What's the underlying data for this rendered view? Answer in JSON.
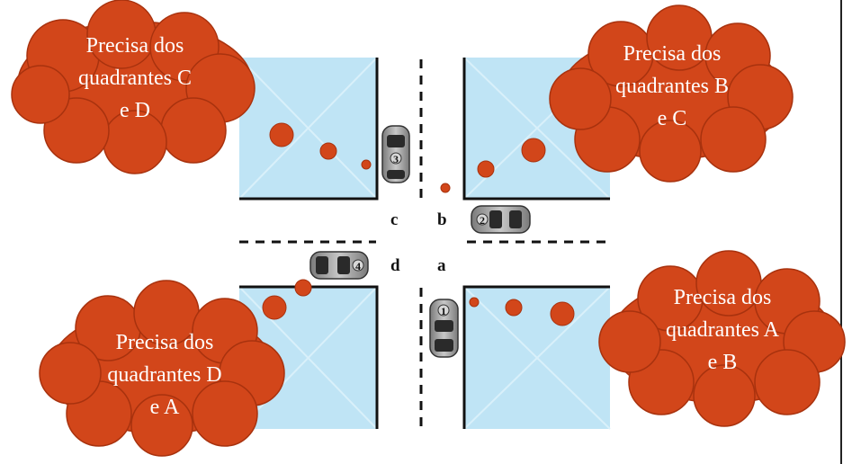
{
  "quadrant_labels": {
    "a": "a",
    "b": "b",
    "c": "c",
    "d": "d"
  },
  "cars": {
    "car1": "1",
    "car2": "2",
    "car3": "3",
    "car4": "4"
  },
  "clouds": {
    "top_left": {
      "line1": "Precisa dos",
      "line2": "quadrantes C",
      "line3": "e D"
    },
    "top_right": {
      "line1": "Precisa dos",
      "line2": "quadrantes B",
      "line3": "e C"
    },
    "bottom_left": {
      "line1": "Precisa dos",
      "line2": "quadrantes D",
      "line3": "e A"
    },
    "bottom_right": {
      "line1": "Precisa dos",
      "line2": "quadrantes A",
      "line3": "e B"
    }
  },
  "colors": {
    "block_fill": "#bfe4f5",
    "cloud_fill": "#d2461a",
    "cloud_stroke": "#a8320e",
    "path_dot": "#d2461a",
    "car_body": "#9a9a9a",
    "road_line": "#111111"
  }
}
